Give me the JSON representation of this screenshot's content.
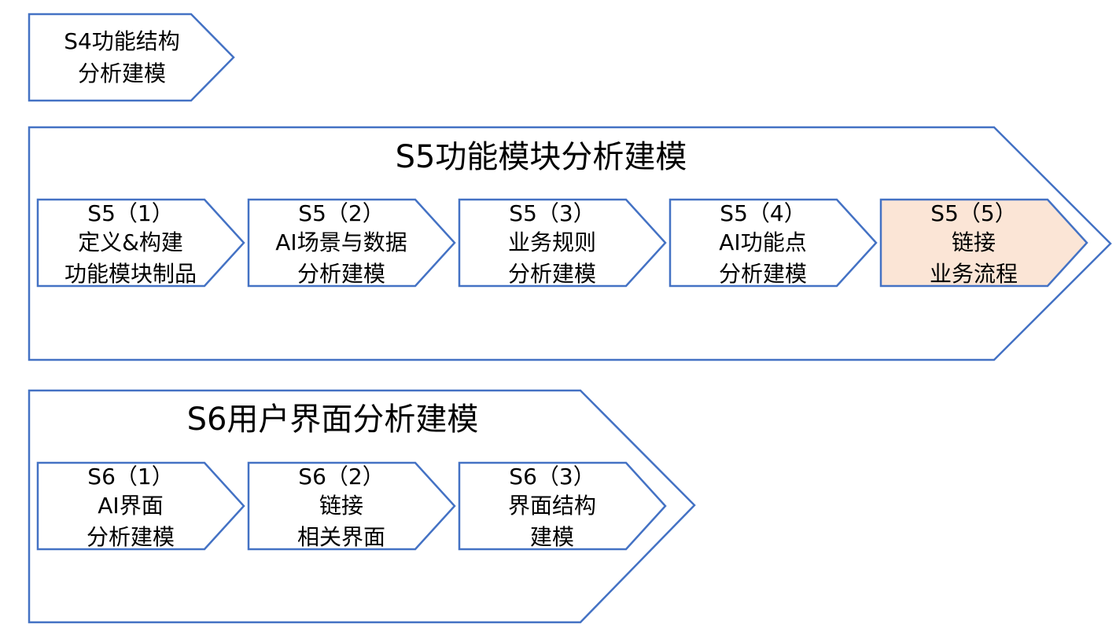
{
  "colors": {
    "stroke": "#4472C4",
    "fill": "#FFFFFF",
    "highlight_fill": "#FBE5D6",
    "text": "#000000"
  },
  "s4": {
    "line1": "S4功能结构",
    "line2": "分析建模"
  },
  "s5": {
    "title": "S5功能模块分析建模",
    "steps": [
      {
        "lines": [
          "S5（1）",
          "定义&构建",
          "功能模块制品"
        ],
        "highlighted": false
      },
      {
        "lines": [
          "S5（2）",
          "AI场景与数据",
          "分析建模"
        ],
        "highlighted": false
      },
      {
        "lines": [
          "S5（3）",
          "业务规则",
          "分析建模"
        ],
        "highlighted": false
      },
      {
        "lines": [
          "S5（4）",
          "AI功能点",
          "分析建模"
        ],
        "highlighted": false
      },
      {
        "lines": [
          "S5（5）",
          "链接",
          "业务流程"
        ],
        "highlighted": true
      }
    ]
  },
  "s6": {
    "title": "S6用户界面分析建模",
    "steps": [
      {
        "lines": [
          "S6（1）",
          "AI界面",
          "分析建模"
        ],
        "highlighted": false
      },
      {
        "lines": [
          "S6（2）",
          "链接",
          "相关界面"
        ],
        "highlighted": false
      },
      {
        "lines": [
          "S6（3）",
          "界面结构",
          "建模"
        ],
        "highlighted": false
      }
    ]
  }
}
